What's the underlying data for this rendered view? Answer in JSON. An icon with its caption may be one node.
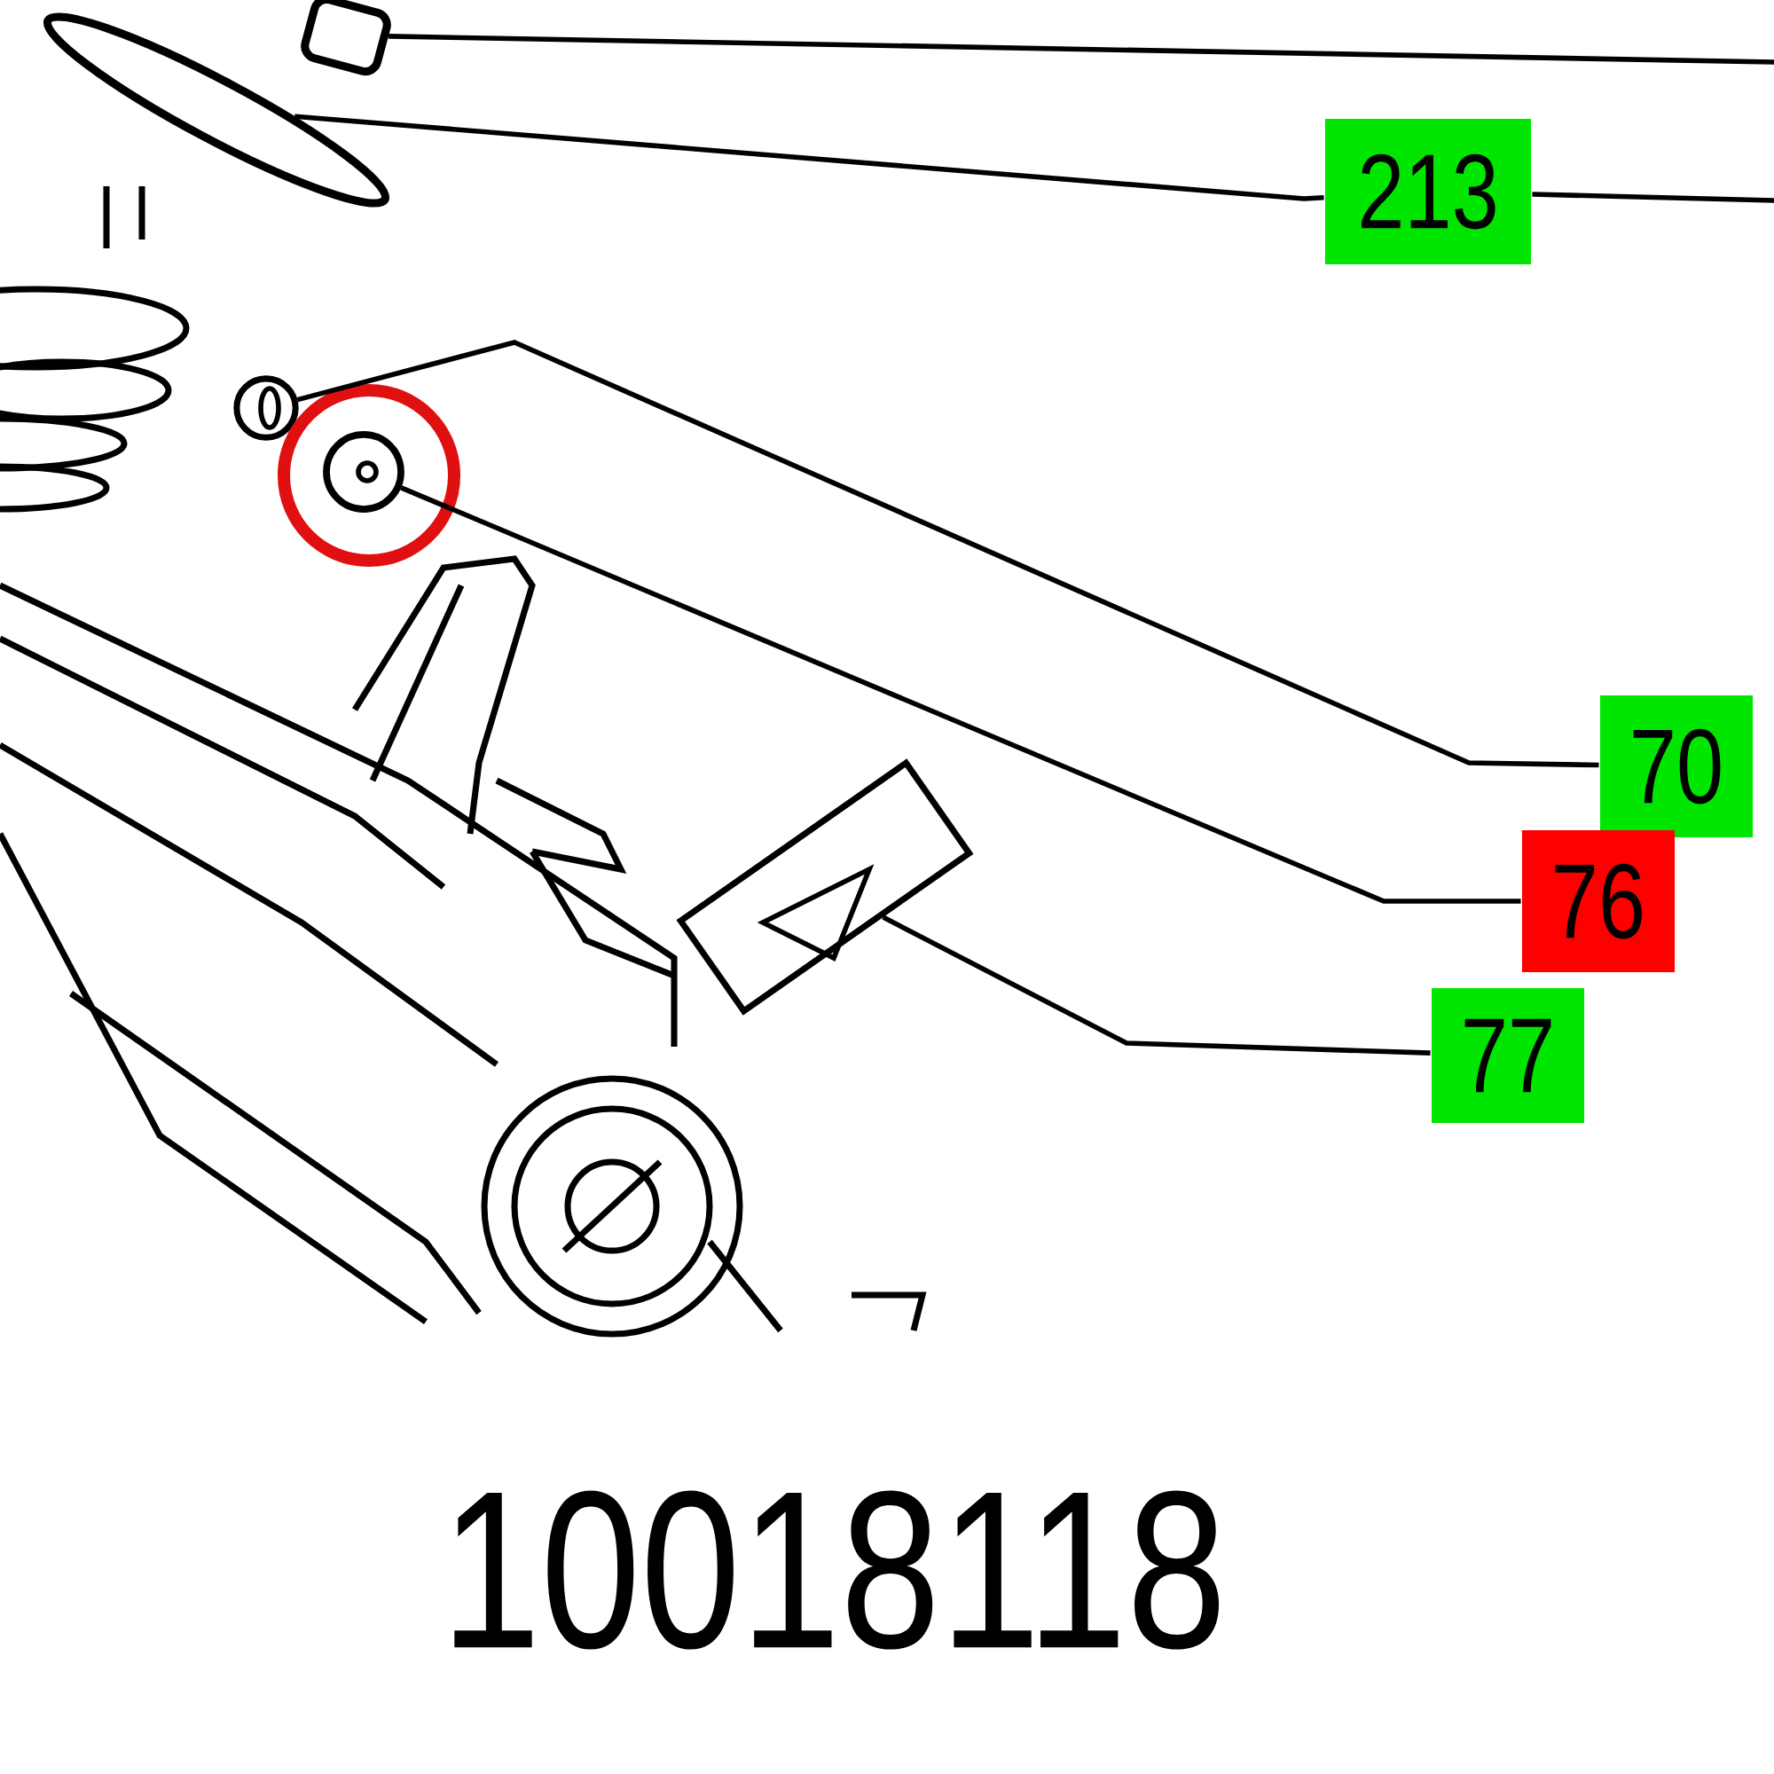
{
  "diagram": {
    "nodes": [
      {
        "text": [
          "213"
        ]
      },
      {
        "text": [
          "70"
        ]
      },
      {
        "text": [
          "76"
        ]
      },
      {
        "text": [
          "77"
        ]
      },
      {
        "text": [],
        "shape": "picture"
      },
      {
        "text": [],
        "shape": "picture"
      },
      {
        "text": [],
        "shape": "picture"
      },
      {
        "text": [],
        "shape": "picture"
      },
      {
        "text": [],
        "shape": "picture"
      }
    ],
    "edges": [
      {
        "from": 4,
        "to": null,
        "arrow": "none"
      },
      {
        "from": 5,
        "to": 0,
        "arrow": "none"
      },
      {
        "from": 0,
        "to": null,
        "arrow": "none"
      },
      {
        "from": 1,
        "to": 6,
        "arrow": "none"
      },
      {
        "from": 2,
        "to": 7,
        "arrow": "none"
      },
      {
        "from": 3,
        "to": 8,
        "arrow": "none"
      }
    ],
    "labels": [
      "10018118"
    ]
  }
}
